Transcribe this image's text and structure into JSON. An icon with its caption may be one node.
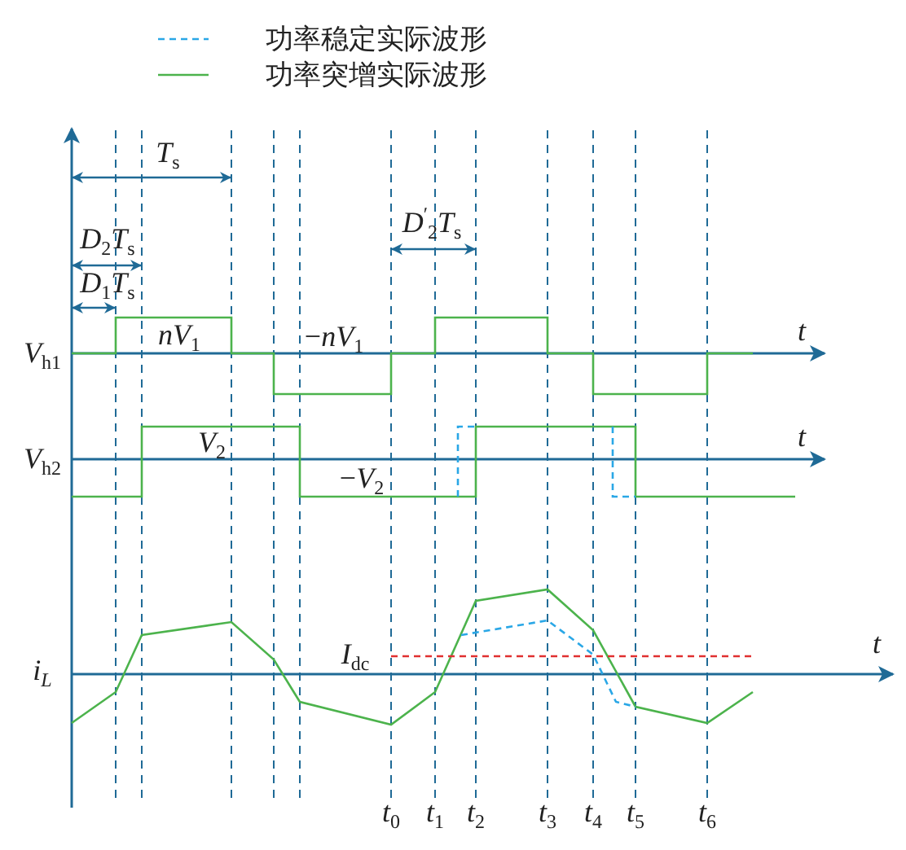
{
  "diagram": {
    "labels": [
      "*T*$_{s}$",
      "*D*$_{2}$*T*$_{s}$",
      "*D*$_{1}$*T*$_{s}$",
      "*D*$^{′}$$_{2}$*T*$_{s}$",
      "*t*",
      "*V*$_{h1}$",
      "*nV*$_{1}$",
      "−*nV*$_{1}$",
      "*t*",
      "*V*$_{h2}$",
      "*V*$_{2}$",
      "−*V*$_{2}$",
      "*I*$_{dc}$",
      "*t*",
      "*i*$_{L}$",
      "*t*$_{0}$",
      "*t*$_{1}$",
      "*t*$_{2}$",
      "*t*$_{3}$",
      "*t*$_{4}$",
      "*t*$_{5}$",
      "*t*$_{6}$"
    ],
    "legend": [
      {
        "text": "功率稳定实际波形"
      },
      {
        "text": "功率突增实际波形"
      }
    ]
  }
}
